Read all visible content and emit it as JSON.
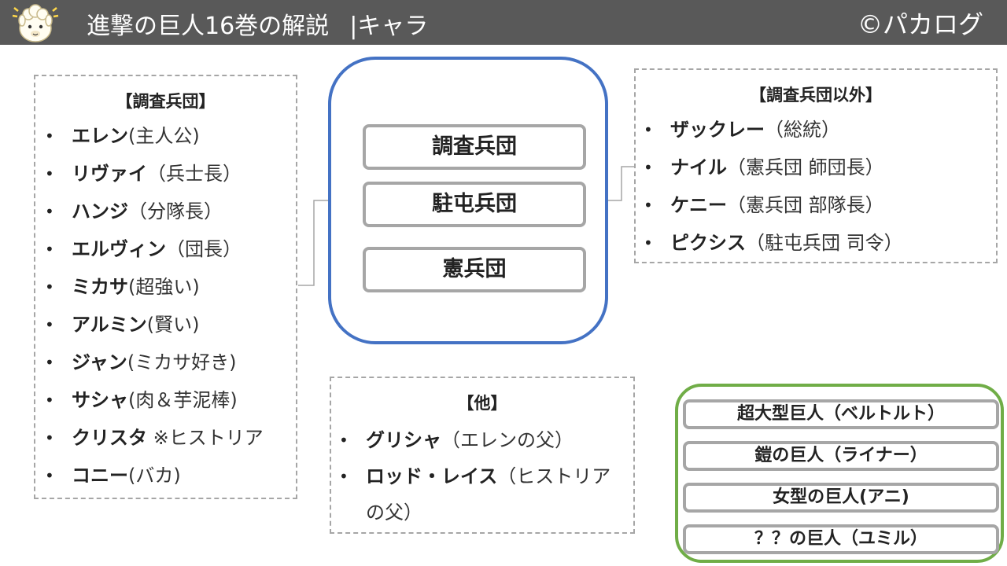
{
  "header": {
    "title": "進撃の巨人16巻の解説",
    "subtitle": "|キャラ",
    "copyright": "©パカログ"
  },
  "scout_regiment": {
    "title": "【調査兵団】",
    "items": [
      {
        "name": "エレン",
        "note": "(主人公)"
      },
      {
        "name": "リヴァイ",
        "note": "（兵士長）"
      },
      {
        "name": "ハンジ",
        "note": "（分隊長）"
      },
      {
        "name": "エルヴィン",
        "note": "（団長）"
      },
      {
        "name": "ミカサ",
        "note": "(超強い)"
      },
      {
        "name": "アルミン",
        "note": "(賢い)"
      },
      {
        "name": "ジャン",
        "note": "(ミカサ好き)"
      },
      {
        "name": "サシャ",
        "note": "(肉＆芋泥棒)"
      },
      {
        "name": "クリスタ",
        "note": " ※ヒストリア"
      },
      {
        "name": "コニー",
        "note": "(バカ)"
      }
    ]
  },
  "corps": {
    "items": [
      "調査兵団",
      "駐屯兵団",
      "憲兵団"
    ]
  },
  "non_scout": {
    "title": "【調査兵団以外】",
    "items": [
      {
        "name": "ザックレー",
        "note": "（総統）"
      },
      {
        "name": "ナイル",
        "note": "（憲兵団 師団長）"
      },
      {
        "name": "ケニー",
        "note": "（憲兵団 部隊長）"
      },
      {
        "name": "ピクシス",
        "note": "（駐屯兵団 司令）"
      }
    ]
  },
  "other": {
    "title": "【他】",
    "items": [
      {
        "name": "グリシャ",
        "note": "（エレンの父）"
      },
      {
        "name": "ロッド・レイス",
        "note": "（ヒストリアの父）"
      }
    ]
  },
  "titans": {
    "items": [
      "超大型巨人（ベルトルト）",
      "鎧の巨人（ライナー）",
      "女型の巨人(アニ)",
      "？？の巨人（ユミル）"
    ]
  },
  "colors": {
    "header_bg": "#595959",
    "corps_border": "#4472c4",
    "titan_border": "#70ad47",
    "item_border": "#a6a6a6"
  }
}
